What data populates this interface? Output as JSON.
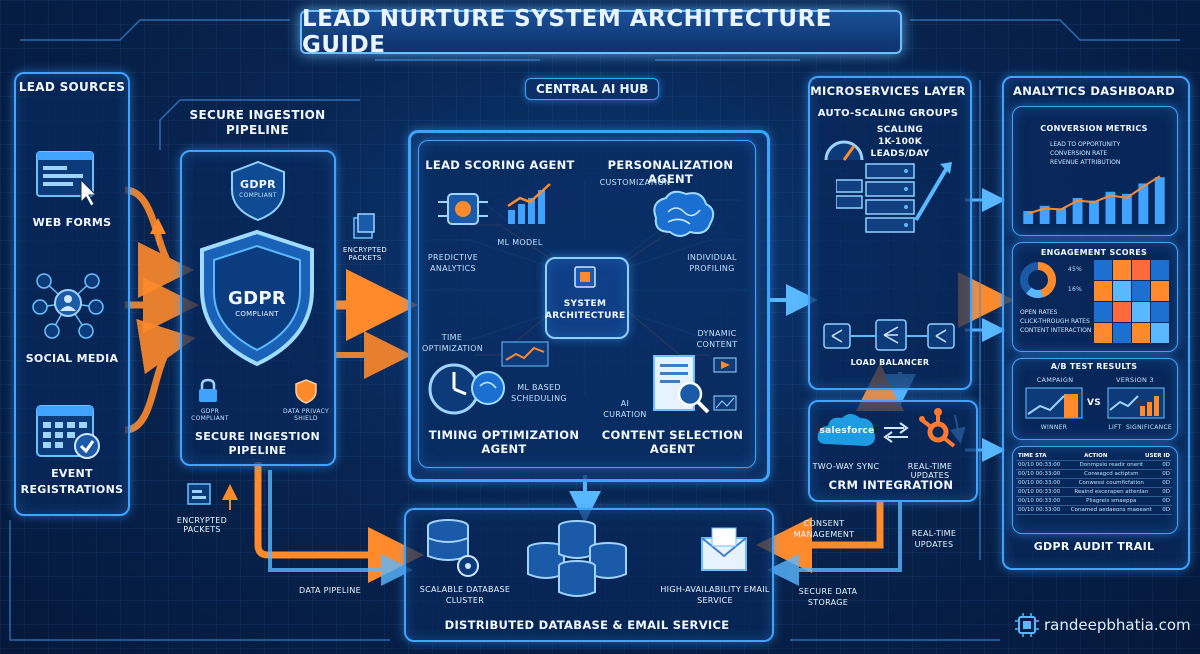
{
  "title": "LEAD NURTURE SYSTEM ARCHITECTURE GUIDE",
  "lead_sources": {
    "heading": "LEAD SOURCES",
    "items": [
      "WEB FORMS",
      "SOCIAL MEDIA",
      "EVENT REGISTRATIONS"
    ]
  },
  "ingestion": {
    "top_label": "SECURE INGESTION PIPELINE",
    "bottom_label": "SECURE INGESTION PIPELINE",
    "gdpr_top": "GDPR",
    "gdpr_top_sub": "COMPLIANT",
    "shield_text": "GDPR",
    "shield_sub": "COMPLIANT",
    "small_left": "GDPR COMPLIANT",
    "small_right": "DATA PRIVACY SHIELD",
    "encrypted_right": "ENCRYPTED PACKETS",
    "encrypted_below": "ENCRYPTED PACKETS"
  },
  "hub": {
    "heading": "CENTRAL AI HUB",
    "center": "SYSTEM ARCHITECTURE",
    "scoring": {
      "title": "LEAD SCORING AGENT",
      "ml": "ML MODEL",
      "predictive": "PREDICTIVE ANALYTICS"
    },
    "personalization": {
      "title": "PERSONALIZATION AGENT",
      "custom": "CUSTOMIZATION",
      "profiling": "INDIVIDUAL PROFILING"
    },
    "timing": {
      "title": "TIMING OPTIMIZATION AGENT",
      "time": "TIME OPTIMIZATION",
      "ml_sched": "ML BASED SCHEDULING"
    },
    "content": {
      "title": "CONTENT SELECTION AGENT",
      "dynamic": "DYNAMIC CONTENT",
      "curation": "AI CURATION"
    }
  },
  "microservices": {
    "heading": "MICROSERVICES LAYER",
    "autoscale": "AUTO-SCALING GROUPS",
    "scaling": "SCALING 1K-100K LEADS/DAY",
    "load_balancer": "LOAD BALANCER"
  },
  "crm": {
    "salesforce": "salesforce",
    "sync": "TWO-WAY SYNC",
    "realtime": "REAL-TIME UPDATES",
    "heading": "CRM INTEGRATION",
    "consent": "CONSENT MANAGEMENT",
    "rt_updates": "REAL-TIME UPDATES",
    "secure_storage": "SECURE DATA STORAGE"
  },
  "database": {
    "heading": "DISTRIBUTED DATABASE & EMAIL SERVICE",
    "scalable": "SCALABLE DATABASE CLUSTER",
    "email": "HIGH-AVAILABILITY EMAIL SERVICE",
    "pipeline": "DATA PIPELINE"
  },
  "analytics": {
    "heading": "ANALYTICS DASHBOARD",
    "conversion": {
      "title": "CONVERSION METRICS",
      "legend": [
        "LEAD TO OPPORTUNITY",
        "CONVERSION RATE",
        "REVENUE ATTRIBUTION"
      ],
      "bars": [
        0.25,
        0.35,
        0.3,
        0.5,
        0.45,
        0.62,
        0.58,
        0.78,
        0.9
      ],
      "line": [
        0.2,
        0.3,
        0.28,
        0.45,
        0.42,
        0.55,
        0.5,
        0.72,
        0.92
      ]
    },
    "engagement": {
      "title": "ENGAGEMENT SCORES",
      "pct_a": "45%",
      "pct_b": "16%",
      "legend": [
        "OPEN RATES",
        "CLICK-THROUGH RATES",
        "CONTENT INTERACTION"
      ]
    },
    "ab": {
      "title": "A/B TEST RESULTS",
      "campaign": "CAMPAIGN",
      "version": "VERSION 3",
      "vs": "VS",
      "winner": "WINNER",
      "lift": "LIFT",
      "significance": "SIGNIFICANCE"
    },
    "audit": {
      "title": "GDPR AUDIT TRAIL",
      "columns": [
        "TIME STA",
        "ACTION",
        "USER ID"
      ],
      "rows": [
        [
          "00/10 00:33:00",
          "Donmpsio readir onerit",
          "0D"
        ],
        [
          "00/10 00:33:00",
          "Conwagcd actiptsm",
          "0D"
        ],
        [
          "00/10 00:33:00",
          "Conwessi coumficfation",
          "0D"
        ],
        [
          "00/10 00:33:00",
          "Reaind escerapen attenlan",
          "0D"
        ],
        [
          "00/10 00:33:00",
          "Pliagreis smaeppa",
          "0D"
        ],
        [
          "00/10 00:33:00",
          "Conamed aedaeons maeeant",
          "0D"
        ]
      ]
    }
  },
  "footer": {
    "brand": "randeepbhatia.com"
  },
  "colors": {
    "accent": "#3fa3ff",
    "orange": "#ff8a2b",
    "panel": "#08285c",
    "background": "#05183a"
  }
}
